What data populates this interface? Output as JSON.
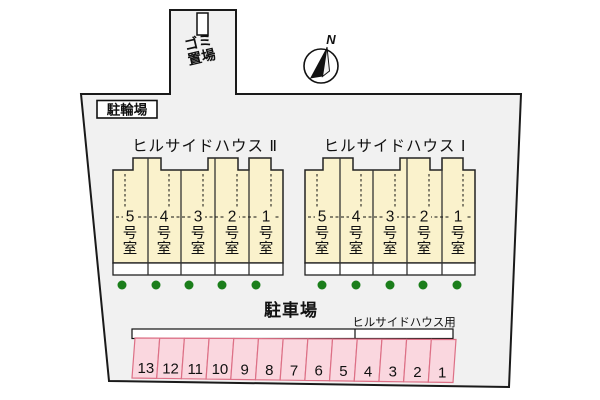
{
  "plan": {
    "garbage_area": {
      "line1": "ゴミ",
      "line2": "置場"
    },
    "bicycle_parking_label": "駐輪場",
    "compass_north_label": "N",
    "buildings": [
      {
        "name": "ヒルサイドハウス Ⅱ",
        "units": [
          "5",
          "4",
          "3",
          "2",
          "1"
        ]
      },
      {
        "name": "ヒルサイドハウス Ⅰ",
        "units": [
          "5",
          "4",
          "3",
          "2",
          "1"
        ]
      }
    ],
    "unit_suffix": {
      "go": "号",
      "shitsu": "室"
    },
    "parking": {
      "title": "駐車場",
      "allocation_label": "ヒルサイドハウス用",
      "spaces": [
        "13",
        "12",
        "11",
        "10",
        "9",
        "8",
        "7",
        "6",
        "5",
        "4",
        "3",
        "2",
        "1"
      ]
    },
    "colors": {
      "site_fill": "#F1F1F1",
      "outline": "#1a1a1a",
      "building_fill": "#FAF2CC",
      "parking_fill": "#FAD7DF",
      "parking_border": "#DD7086",
      "tree_green": "#1B7E1B"
    }
  }
}
